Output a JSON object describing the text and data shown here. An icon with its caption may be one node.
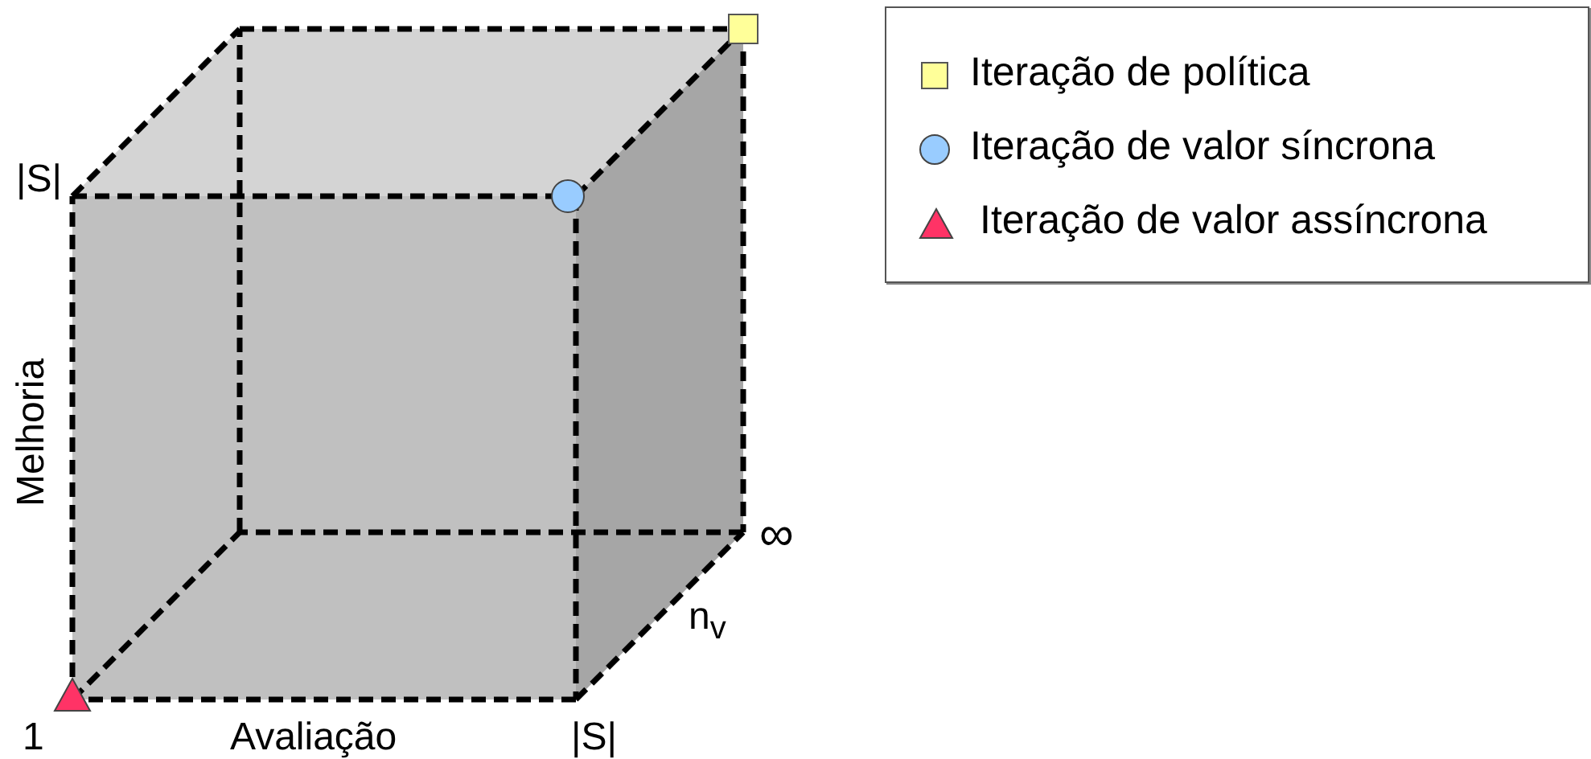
{
  "diagram": {
    "labels": [
      "|S|",
      "Melhoria",
      "∞",
      "n$_{v}$",
      "1",
      "Avaliação",
      "|S|"
    ],
    "legend": [
      {
        "text": "Iteração de política"
      },
      {
        "text": "Iteração de valor síncrona"
      },
      {
        "text": "Iteração de valor assíncrona"
      }
    ]
  }
}
